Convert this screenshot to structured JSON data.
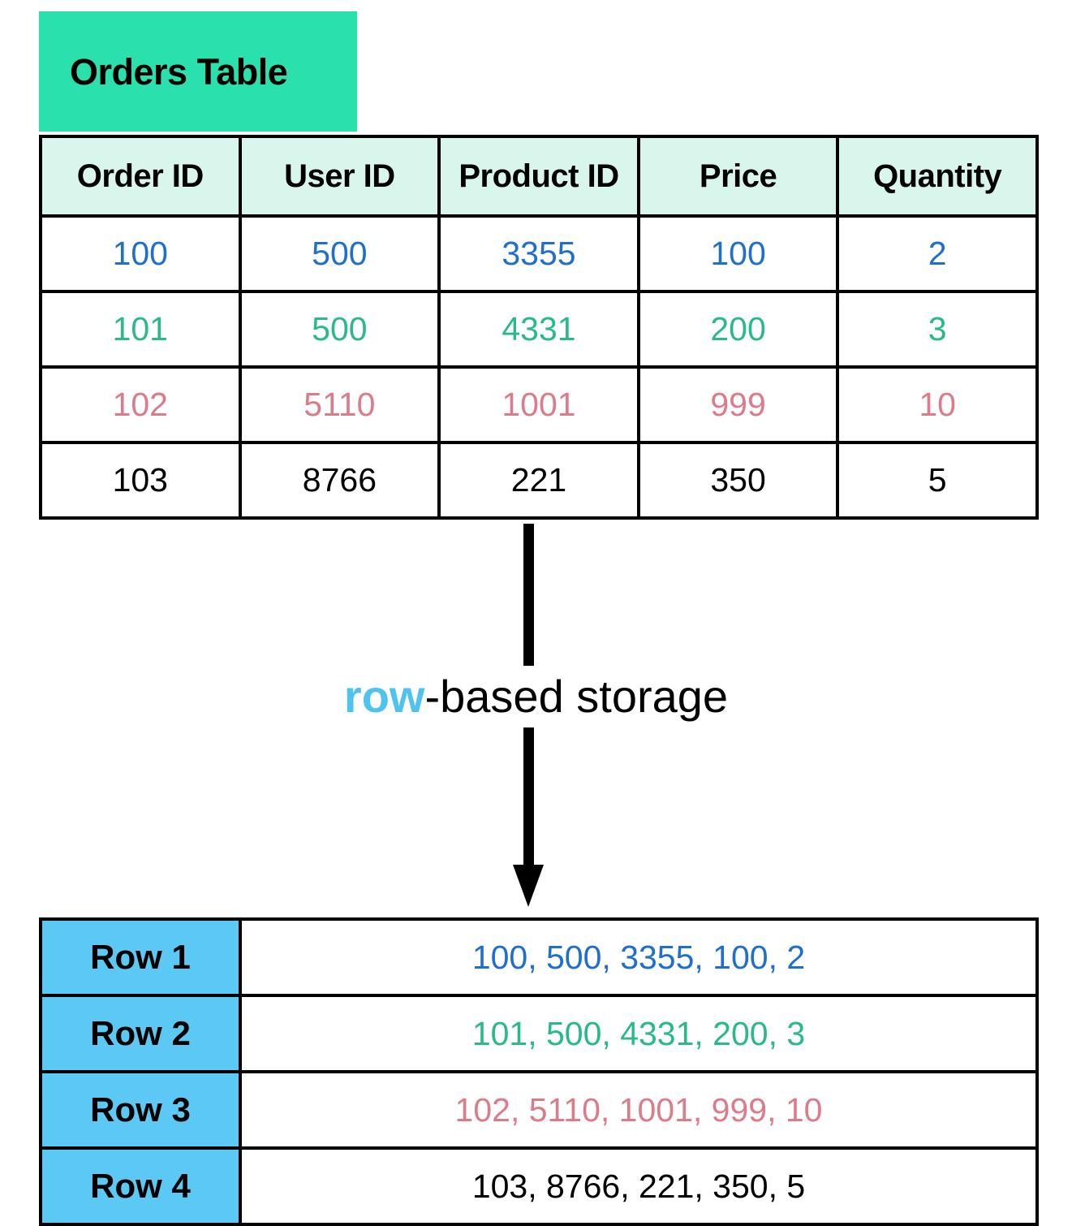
{
  "banner": {
    "title": "Orders Table"
  },
  "colors": {
    "banner_green": "#2ae0ad",
    "header_mint": "#d9f6ec",
    "row_blue_cell": "#5cc9f5",
    "keyword_blue": "#4ec3f0",
    "value_blue": "#1f6fd0",
    "value_green": "#2ab98a",
    "value_red": "#dc7b89",
    "value_black": "#000000",
    "flow_arrow_gray": "#b0b0b0"
  },
  "orders_table": {
    "name": "Orders Table",
    "columns": [
      "Order ID",
      "User ID",
      "Product ID",
      "Price",
      "Quantity"
    ],
    "rows": [
      {
        "color": "#1f6fd0",
        "cells": [
          "100",
          "500",
          "3355",
          "100",
          "2"
        ]
      },
      {
        "color": "#2ab98a",
        "cells": [
          "101",
          "500",
          "4331",
          "200",
          "3"
        ]
      },
      {
        "color": "#dc7b89",
        "cells": [
          "102",
          "5110",
          "1001",
          "999",
          "10"
        ]
      },
      {
        "color": "#000000",
        "cells": [
          "103",
          "8766",
          "221",
          "350",
          "5"
        ]
      }
    ]
  },
  "caption": {
    "keyword": "row",
    "rest": "-based storage"
  },
  "rows_table": {
    "rows": [
      {
        "label": "Row 1",
        "values": "100, 500, 3355, 100, 2",
        "color": "#1f6fd0"
      },
      {
        "label": "Row 2",
        "values": "101, 500, 4331, 200, 3",
        "color": "#2ab98a"
      },
      {
        "label": "Row 3",
        "values": "102, 5110, 1001, 999, 10",
        "color": "#dc7b89"
      },
      {
        "label": "Row 4",
        "values": "103, 8766, 221, 350, 5",
        "color": "#000000"
      }
    ]
  }
}
